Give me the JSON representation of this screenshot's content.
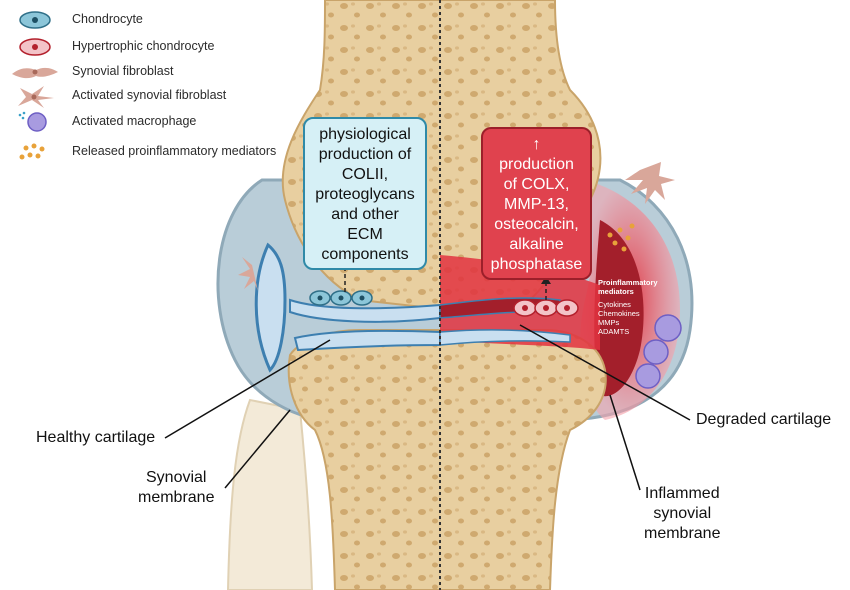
{
  "legend": {
    "items": [
      {
        "label": "Chondrocyte",
        "icon": "chondrocyte-icon"
      },
      {
        "label": "Hypertrophic chondrocyte",
        "icon": "hypertrophic-chondrocyte-icon"
      },
      {
        "label": "Synovial fibroblast",
        "icon": "synovial-fibroblast-icon"
      },
      {
        "label": "Activated synovial fibroblast",
        "icon": "activated-synovial-fibroblast-icon"
      },
      {
        "label": "Activated macrophage",
        "icon": "activated-macrophage-icon"
      },
      {
        "label": "Released proinflammatory mediators",
        "icon": "proinflammatory-mediators-icon"
      }
    ]
  },
  "healthy_box": {
    "lines": [
      "physiological",
      "production of",
      "COLII,",
      "proteoglycans",
      "and other",
      "ECM",
      "components"
    ]
  },
  "oa_box": {
    "lines": [
      "↑",
      "production",
      "of COLX,",
      "MMP-13,",
      "osteocalcin,",
      "alkaline",
      "phosphatase"
    ]
  },
  "mediators": {
    "heading": [
      "Proinflammatory",
      "mediators"
    ],
    "items": [
      "Cytokines",
      "Chemokines",
      "MMPs",
      "ADAMTS"
    ]
  },
  "callouts": {
    "healthy_cartilage": [
      "Healthy cartilage"
    ],
    "synovial_membrane": [
      "Synovial",
      "membrane"
    ],
    "degraded_cartilage": [
      "Degraded cartilage"
    ],
    "inflamed_membrane": [
      "Inflammed",
      "synovial",
      "membrane"
    ]
  },
  "colors": {
    "bone": "#e8cfa0",
    "bone_outline": "#c9a46a",
    "capsule": "#b9cdd8",
    "cartilage_healthy": "#c9dff0",
    "cartilage_healthy_outline": "#3d7fb0",
    "inflamed_red": "#e2333f",
    "inflamed_pink": "#f5a3ad",
    "healthy_box_bg": "#d6f0f6",
    "oa_box_bg": "#e0424e"
  }
}
